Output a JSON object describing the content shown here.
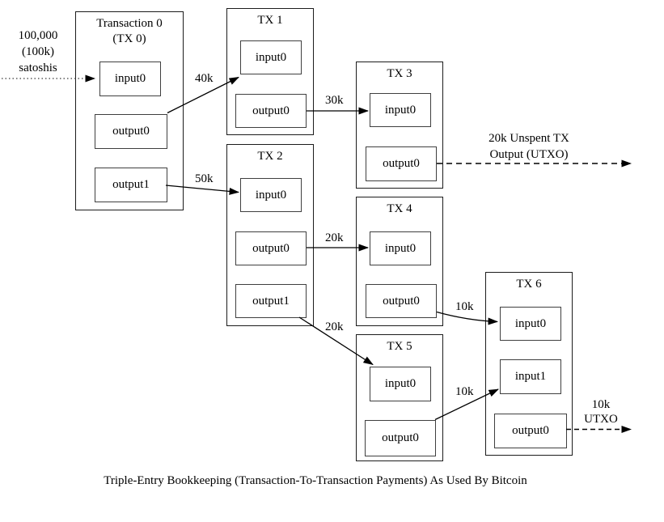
{
  "source_annotation": {
    "line1": "100,000",
    "line2": "(100k)",
    "line3": "satoshis"
  },
  "boxes": {
    "tx0": {
      "title": "Transaction 0",
      "subtitle": "(TX 0)",
      "ports": {
        "input0": "input0",
        "output0": "output0",
        "output1": "output1"
      }
    },
    "tx1": {
      "title": "TX 1",
      "ports": {
        "input0": "input0",
        "output0": "output0"
      }
    },
    "tx2": {
      "title": "TX 2",
      "ports": {
        "input0": "input0",
        "output0": "output0",
        "output1": "output1"
      }
    },
    "tx3": {
      "title": "TX 3",
      "ports": {
        "input0": "input0",
        "output0": "output0"
      }
    },
    "tx4": {
      "title": "TX 4",
      "ports": {
        "input0": "input0",
        "output0": "output0"
      }
    },
    "tx5": {
      "title": "TX 5",
      "ports": {
        "input0": "input0",
        "output0": "output0"
      }
    },
    "tx6": {
      "title": "TX 6",
      "ports": {
        "input0": "input0",
        "input1": "input1",
        "output0": "output0"
      }
    }
  },
  "flow_labels": {
    "tx0_tx1": "40k",
    "tx0_tx2": "50k",
    "tx1_tx3": "30k",
    "tx2_tx4": "20k",
    "tx2_tx5": "20k",
    "tx4_tx6": "10k",
    "tx5_tx6": "10k"
  },
  "utxo_annotations": {
    "tx3_utxo": {
      "line1": "20k Unspent TX",
      "line2": "Output (UTXO)"
    },
    "tx6_utxo": {
      "line1": "10k",
      "line2": "UTXO"
    }
  },
  "caption": "Triple-Entry Bookkeeping (Transaction-To-Transaction Payments) As Used By Bitcoin",
  "colors": {
    "line": "#000000",
    "text": "#000000",
    "background": "#ffffff"
  }
}
